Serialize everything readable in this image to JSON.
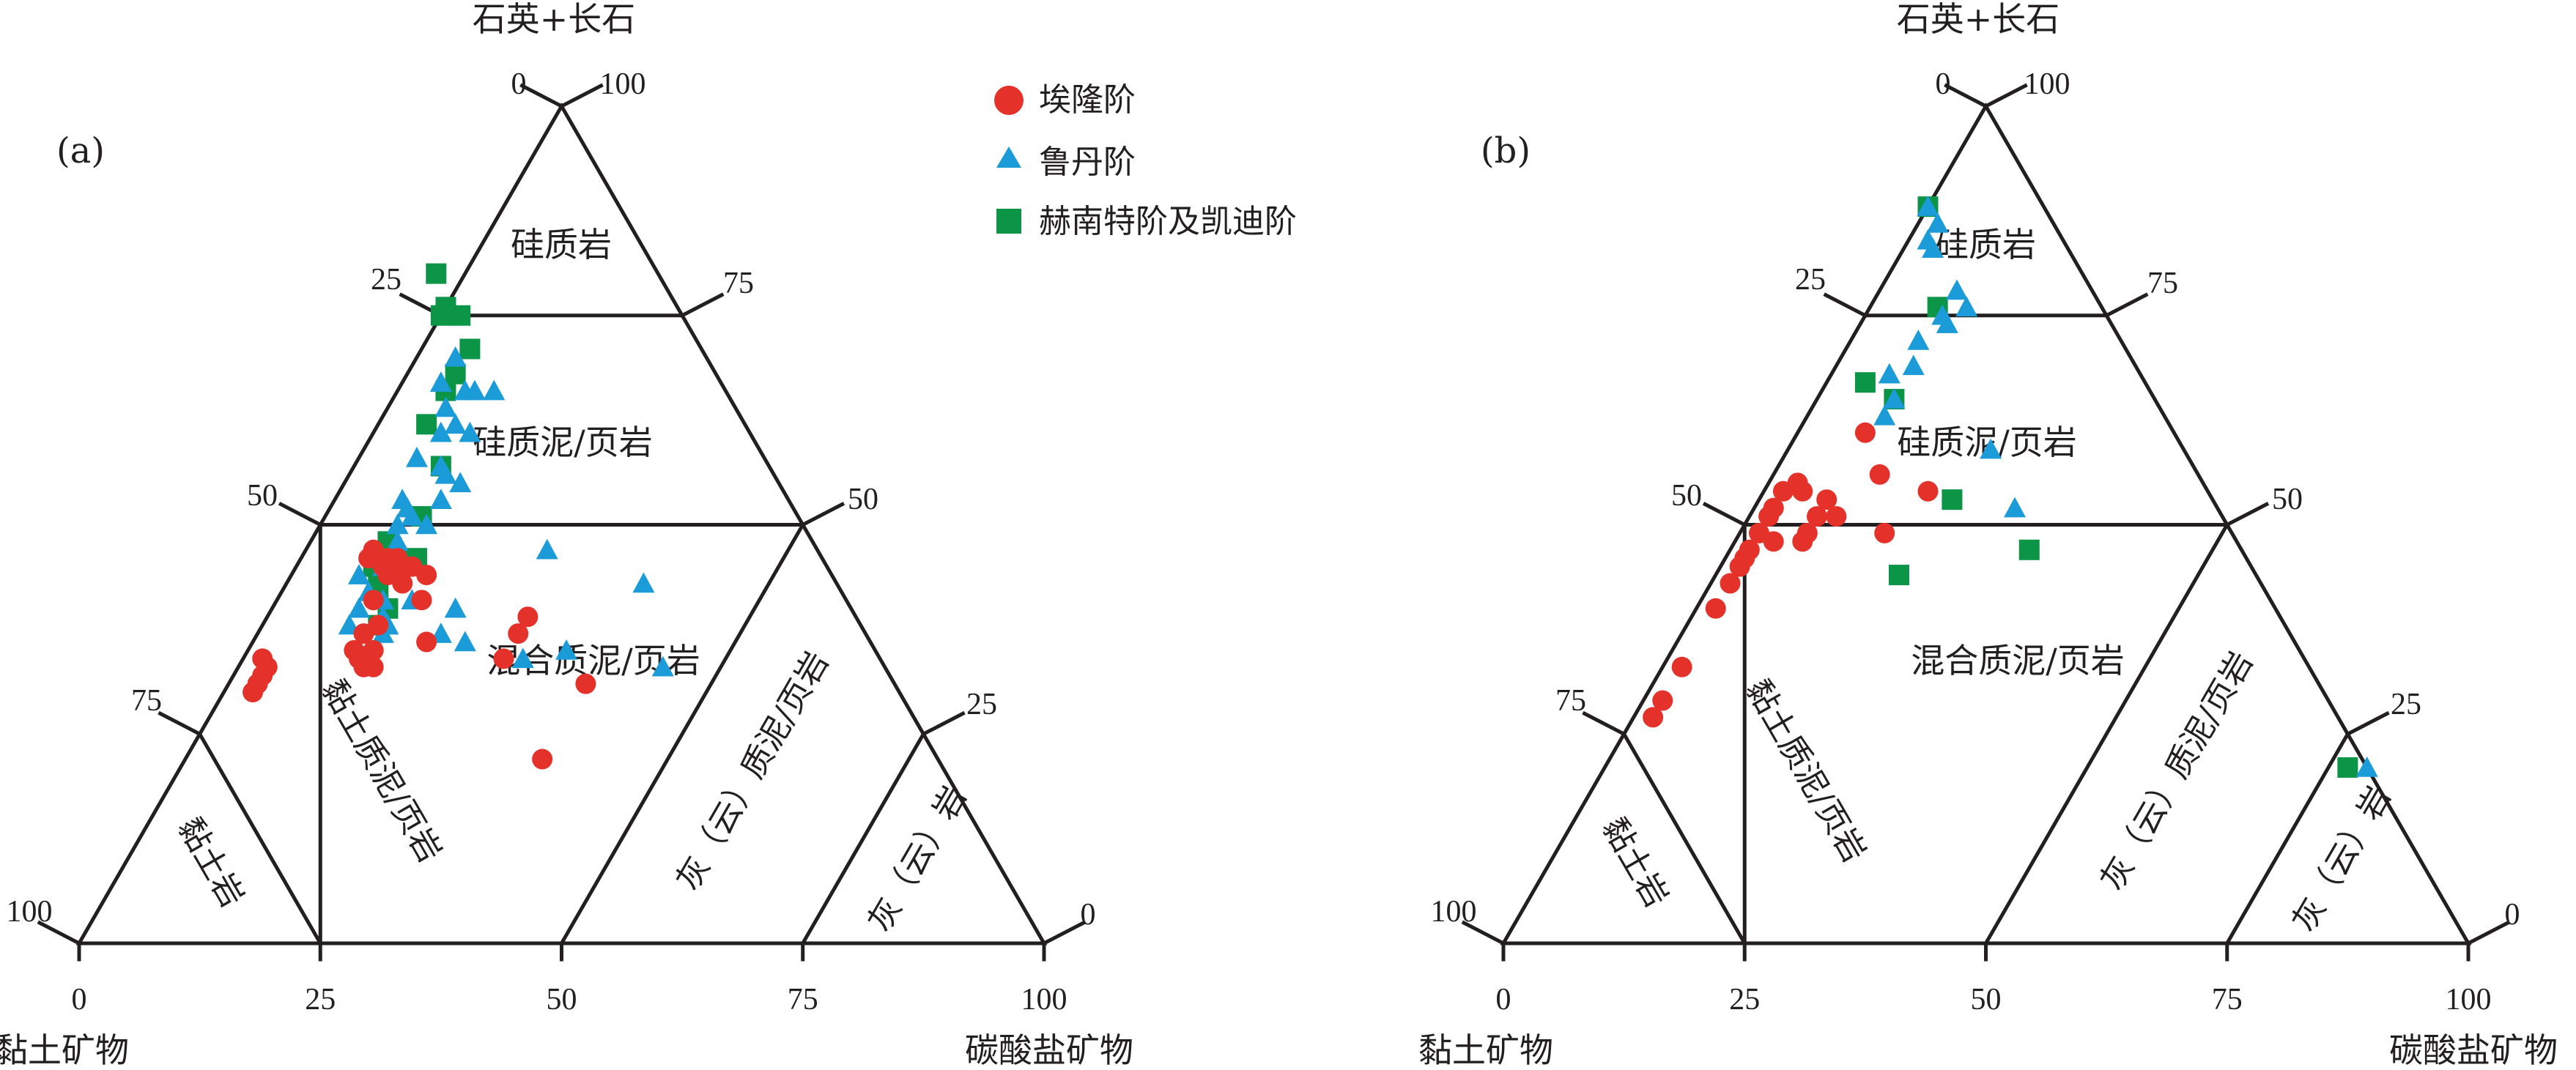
{
  "legend": {
    "items": [
      {
        "label": "埃隆阶",
        "marker": "circle",
        "color": "#e4322b"
      },
      {
        "label": "鲁丹阶",
        "marker": "triangle",
        "color": "#1b9bd7"
      },
      {
        "label": "赫南特阶及凯迪阶",
        "marker": "square",
        "color": "#0c9447"
      }
    ]
  },
  "apex_labels": {
    "top": "石英+长石",
    "left": "黏土矿物",
    "right": "碳酸盐矿物"
  },
  "tick_labels": {
    "left_edge": [
      "0",
      "25",
      "50",
      "75",
      "100"
    ],
    "right_edge": [
      "100",
      "75",
      "50",
      "25",
      "0"
    ],
    "bottom_edge": [
      "0",
      "25",
      "50",
      "75",
      "100"
    ]
  },
  "region_labels": {
    "siliceous_rock": "硅质岩",
    "siliceous_mud": "硅质泥/页岩",
    "mixed_mud": "混合质泥/页岩",
    "clay_rock": "黏土岩",
    "clayey_mud": "黏土质泥/页岩",
    "calc_mud": "灰（云）质泥/页岩",
    "limestone": "灰（云）岩"
  },
  "chart_data": [
    {
      "type": "scatter",
      "panel_label": "(a)",
      "components": [
        "石英+长石",
        "黏土矿物",
        "碳酸盐矿物"
      ],
      "series": [
        {
          "name": "埃隆阶",
          "points": [
            [
              34,
              64,
              2
            ],
            [
              33,
              64,
              3
            ],
            [
              32,
              65,
              3
            ],
            [
              31,
              66,
              3
            ],
            [
              30,
              67,
              3
            ],
            [
              46,
              47,
              7
            ],
            [
              46,
              46,
              8
            ],
            [
              45,
              46,
              9
            ],
            [
              46,
              45,
              9
            ],
            [
              45,
              45,
              10
            ],
            [
              44,
              46,
              10
            ],
            [
              44,
              45,
              11
            ],
            [
              45,
              44,
              11
            ],
            [
              43,
              45,
              12
            ],
            [
              45,
              43,
              12
            ],
            [
              46,
              44,
              10
            ],
            [
              46,
              46,
              8
            ],
            [
              47,
              46,
              7
            ],
            [
              41,
              49,
              10
            ],
            [
              38,
              50,
              12
            ],
            [
              37,
              52,
              11
            ],
            [
              35,
              54,
              11
            ],
            [
              34,
              54,
              12
            ],
            [
              33,
              54,
              13
            ],
            [
              35,
              52,
              13
            ],
            [
              33,
              53,
              14
            ],
            [
              44,
              42,
              14
            ],
            [
              41,
              44,
              15
            ],
            [
              36,
              46,
              18
            ],
            [
              37,
              36,
              27
            ],
            [
              34,
              39,
              27
            ],
            [
              31,
              32,
              37
            ],
            [
              39,
              34,
              27
            ],
            [
              22,
              41,
              37
            ]
          ]
        },
        {
          "name": "鲁丹阶",
          "points": [
            [
              70,
              26,
              4
            ],
            [
              67,
              29,
              4
            ],
            [
              66,
              27,
              7
            ],
            [
              66,
              26,
              8
            ],
            [
              66,
              24,
              10
            ],
            [
              64,
              30,
              6
            ],
            [
              62,
              30,
              8
            ],
            [
              61,
              32,
              7
            ],
            [
              61,
              29,
              10
            ],
            [
              58,
              36,
              6
            ],
            [
              57,
              34,
              9
            ],
            [
              56,
              34,
              10
            ],
            [
              55,
              33,
              12
            ],
            [
              53,
              40,
              7
            ],
            [
              53,
              36,
              11
            ],
            [
              52,
              40,
              8
            ],
            [
              51,
              40,
              9
            ],
            [
              50,
              42,
              8
            ],
            [
              50,
              39,
              11
            ],
            [
              48,
              43,
              9
            ],
            [
              46,
              45,
              9
            ],
            [
              45,
              46,
              9
            ],
            [
              44,
              49,
              7
            ],
            [
              42,
              49,
              9
            ],
            [
              41,
              48,
              11
            ],
            [
              40,
              51,
              9
            ],
            [
              39,
              49,
              12
            ],
            [
              38,
              49,
              13
            ],
            [
              38,
              53,
              9
            ],
            [
              37,
              50,
              13
            ],
            [
              41,
              45,
              14
            ],
            [
              40,
              41,
              19
            ],
            [
              37,
              44,
              19
            ],
            [
              36,
              42,
              22
            ],
            [
              34,
              37,
              29
            ],
            [
              35,
              32,
              33
            ],
            [
              47,
              28,
              25
            ],
            [
              43,
              20,
              37
            ],
            [
              33,
              23,
              44
            ]
          ]
        },
        {
          "name": "赫南特阶及凯迪阶",
          "points": [
            [
              80,
              23,
              -3
            ],
            [
              76,
              24,
              0
            ],
            [
              75,
              25,
              0
            ],
            [
              75,
              23,
              2
            ],
            [
              71,
              24,
              5
            ],
            [
              68,
              27,
              5
            ],
            [
              66,
              29,
              5
            ],
            [
              62,
              33,
              5
            ],
            [
              57,
              34,
              9
            ],
            [
              51,
              39,
              10
            ],
            [
              48,
              44,
              8
            ],
            [
              46,
              44,
              10
            ],
            [
              44,
              47,
              9
            ],
            [
              42,
              48,
              10
            ],
            [
              46,
              42,
              12
            ],
            [
              40,
              48,
              12
            ],
            [
              38,
              50,
              12
            ],
            [
              45,
              47,
              8
            ]
          ]
        }
      ]
    },
    {
      "type": "scatter",
      "panel_label": "(b)",
      "components": [
        "石英+长石",
        "黏土矿物",
        "碳酸盐矿物"
      ],
      "series": [
        {
          "name": "埃隆阶",
          "points": [
            [
              54,
              44,
              2
            ],
            [
              52,
              46,
              2
            ],
            [
              51,
              47,
              2
            ],
            [
              49,
              49,
              2
            ],
            [
              47,
              51,
              2
            ],
            [
              46,
              52,
              2
            ],
            [
              45,
              53,
              2
            ],
            [
              43,
              55,
              2
            ],
            [
              40,
              58,
              2
            ],
            [
              33,
              65,
              2
            ],
            [
              29,
              69,
              2
            ],
            [
              27,
              71,
              2
            ],
            [
              54,
              42,
              4
            ],
            [
              53,
              40,
              7
            ],
            [
              51,
              42,
              7
            ],
            [
              51,
              40,
              9
            ],
            [
              55,
              42,
              3
            ],
            [
              49,
              44,
              7
            ],
            [
              48,
              45,
              7
            ],
            [
              48,
              48,
              4
            ],
            [
              56,
              33,
              11
            ],
            [
              49,
              36,
              15
            ],
            [
              61,
              32,
              7
            ],
            [
              54,
              29,
              17
            ]
          ]
        },
        {
          "name": "鲁丹阶",
          "points": [
            [
              88,
              12,
              0
            ],
            [
              86,
              12,
              2
            ],
            [
              84,
              14,
              2
            ],
            [
              83,
              14,
              3
            ],
            [
              78,
              14,
              8
            ],
            [
              76,
              14,
              10
            ],
            [
              75,
              17,
              8
            ],
            [
              74,
              17,
              9
            ],
            [
              72,
              21,
              7
            ],
            [
              69,
              23,
              8
            ],
            [
              68,
              26,
              6
            ],
            [
              65,
              27,
              8
            ],
            [
              63,
              29,
              8
            ],
            [
              59,
              20,
              21
            ],
            [
              52,
              21,
              27
            ],
            [
              21,
              0,
              79
            ]
          ]
        },
        {
          "name": "赫南特阶及凯迪阶",
          "points": [
            [
              88,
              12,
              0
            ],
            [
              76,
              17,
              7
            ],
            [
              67,
              29,
              4
            ],
            [
              65,
              27,
              8
            ],
            [
              53,
              27,
              20
            ],
            [
              47,
              22,
              31
            ],
            [
              44,
              37,
              19
            ],
            [
              21,
              2,
              77
            ]
          ]
        }
      ]
    }
  ]
}
